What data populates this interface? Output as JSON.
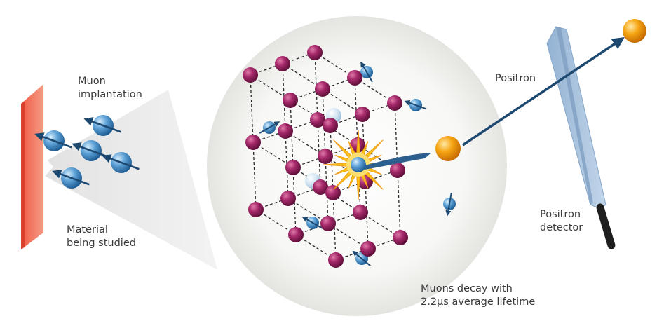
{
  "labels": {
    "muon_implantation": [
      "Muon",
      "implantation"
    ],
    "material": [
      "Material",
      "being studied"
    ],
    "positron": "Positron",
    "positron_detector": [
      "Positron",
      "detector"
    ],
    "decay": [
      "Muons decay with",
      "2.2µs average lifetime"
    ]
  },
  "colors": {
    "material_slab": "#f07a64",
    "lattice_atom": "#8c1d55",
    "muon": "#3f8ac4",
    "positron": "#f5a20a",
    "arrow": "#1d4870",
    "detector": "#a9c2dd",
    "detector_handle": "#1e1e1e",
    "decay_burst": "#f8c21c"
  }
}
